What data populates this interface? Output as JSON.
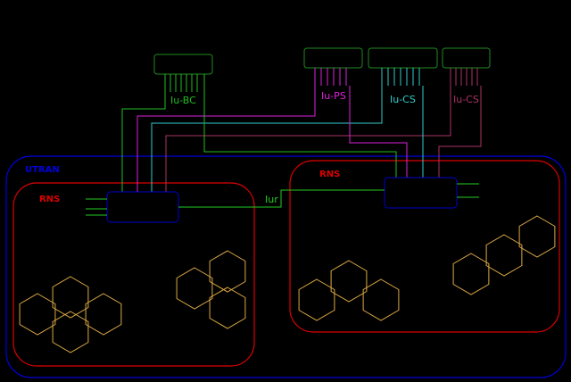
{
  "labels": {
    "utran": "UTRAN",
    "rns_left": "RNS",
    "rns_right": "RNS",
    "iu_bc": "Iu-BC",
    "iu_ps": "Iu-PS",
    "iu_cs_1": "Iu-CS",
    "iu_cs_2": "Iu-CS",
    "iur": "Iur"
  },
  "colors": {
    "background": "#000000",
    "utran": "#0000dd",
    "rns": "#dd0000",
    "core_node": "#1f8a1f",
    "rnc": "#0000cc",
    "iu_bc": "#22bb22",
    "iu_ps": "#dd22dd",
    "iu_cs_1": "#33cccc",
    "iu_cs_2": "#aa3366",
    "iur": "#22cc22",
    "cell": "#ddaa44"
  }
}
